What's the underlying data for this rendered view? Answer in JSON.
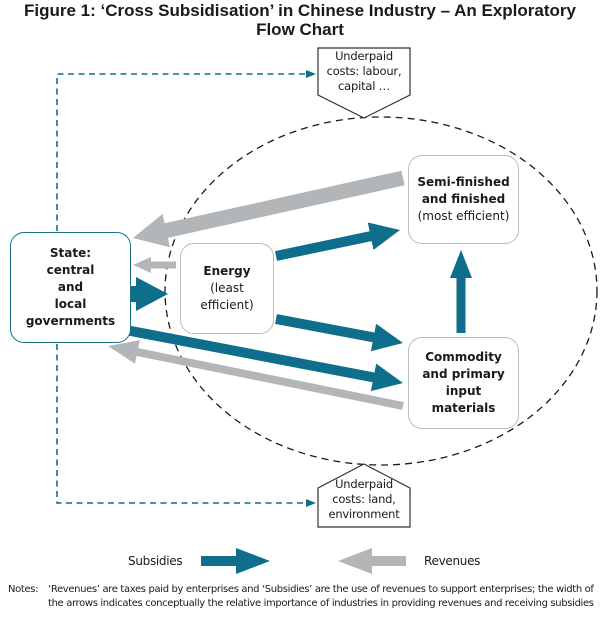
{
  "title": {
    "line1": "Figure 1: ‘Cross Subsidisation’ in Chinese Industry – An Exploratory",
    "line2": "Flow Chart"
  },
  "colors": {
    "subsidy": "#0e6e8c",
    "revenue": "#b2b6b9",
    "state_border": "#1a6f8c",
    "box_border": "#b7bcc0",
    "dashed_ellipse": "#1a1a1a"
  },
  "nodes": {
    "state": {
      "lines": [
        "State:",
        "central",
        "and",
        "local",
        "governments"
      ]
    },
    "energy": {
      "bold": "Energy",
      "lines": [
        "(least",
        "efficient)"
      ]
    },
    "semi": {
      "bold": [
        "Semi-finished",
        "and finished"
      ],
      "lines": [
        "(most efficient)"
      ]
    },
    "commodity": {
      "bold": [
        "Commodity",
        "and primary",
        "input",
        "materials"
      ]
    },
    "underpaid_top": {
      "lines": [
        "Underpaid",
        "costs: labour,",
        "capital …"
      ]
    },
    "underpaid_bottom": {
      "lines": [
        "Underpaid",
        "costs: land,",
        "environment"
      ]
    }
  },
  "flows": [
    {
      "from": "semi",
      "to": "state",
      "type": "revenue",
      "weight": "large"
    },
    {
      "from": "energy",
      "to": "state",
      "type": "revenue",
      "weight": "small"
    },
    {
      "from": "state",
      "to": "energy",
      "type": "subsidy",
      "weight": "large"
    },
    {
      "from": "energy",
      "to": "semi",
      "type": "subsidy",
      "weight": "medium"
    },
    {
      "from": "energy",
      "to": "commodity",
      "type": "subsidy",
      "weight": "medium"
    },
    {
      "from": "state",
      "to": "commodity",
      "type": "subsidy",
      "weight": "medium"
    },
    {
      "from": "commodity",
      "to": "state",
      "type": "revenue",
      "weight": "medium"
    },
    {
      "from": "commodity",
      "to": "semi",
      "type": "subsidy",
      "weight": "medium"
    },
    {
      "from": "state",
      "to": "underpaid_top",
      "type": "dashed"
    },
    {
      "from": "state",
      "to": "underpaid_bottom",
      "type": "dashed"
    }
  ],
  "legend": {
    "subsidies": "Subsidies",
    "revenues": "Revenues"
  },
  "notes": {
    "label": "Notes:",
    "text": "‘Revenues’ are taxes paid by enterprises and ‘Subsidies’ are the use of revenues to support enterprises; the width of the arrows indicates conceptually the relative importance of industries in providing revenues and receiving subsidies"
  }
}
